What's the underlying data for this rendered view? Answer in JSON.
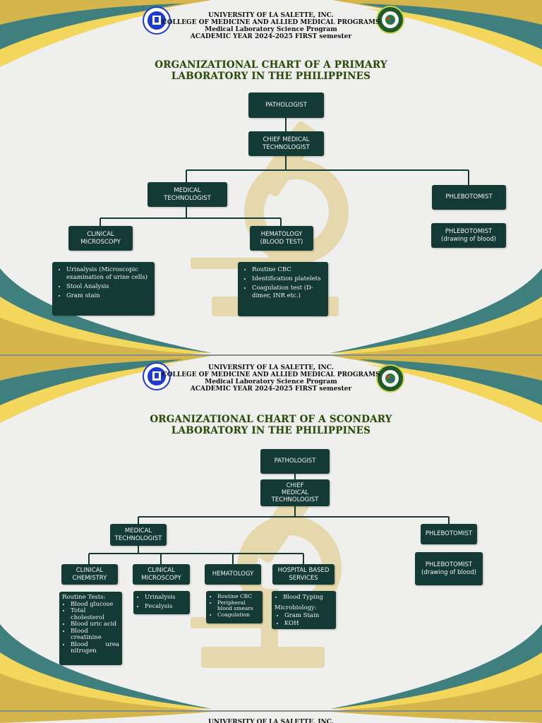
{
  "header": {
    "line1": "UNIVERSITY OF LA SALETTE, INC.",
    "line2": "COLLEGE OF MEDICINE AND ALLIED MEDICAL PROGRAMS",
    "line3": "Medical Laboratory Science Program",
    "line4": "ACADEMIC YEAR 2024-2025 FIRST semester"
  },
  "colors": {
    "box": "#143a35",
    "gold": "#d9b84a",
    "teal": "#3f7f7d",
    "yellow": "#f2d75c",
    "title": "#2b4a12"
  },
  "icons": {
    "left_logo": "university-seal-icon",
    "right_logo": "college-seal-icon",
    "background": "microscope-icon"
  },
  "primary": {
    "title_line1": "ORGANIZATIONAL CHART OF A PRIMARY",
    "title_line2": "LABORATORY IN THE PHILIPPINES",
    "pathologist": "PATHOLOGIST",
    "chief_l1": "CHIEF MEDICAL",
    "chief_l2": "TECHNOLOGIST",
    "medtech_l1": "MEDICAL",
    "medtech_l2": "TECHNOLOGIST",
    "phlebotomist": "PHLEBOTOMIST",
    "phleb_detail_l1": "PHLEBOTOMIST",
    "phleb_detail_l2": "(drawing of blood)",
    "micro_l1": "CLINICAL",
    "micro_l2": "MICROSCOPY",
    "hema_l1": "HEMATOLOGY",
    "hema_l2": "(BLOOD TEST)",
    "micro_items": [
      "Urinalysis (Microscopic examination of urine cells)",
      "Stool Analysis",
      "Gram stain"
    ],
    "hema_items": [
      "Routine CBC",
      "Identification platelets",
      "Coagulation test (D-dimer, INR etc.)"
    ]
  },
  "secondary": {
    "title_line1": "ORGANIZATIONAL CHART OF A SCONDARY",
    "title_line2": "LABORATORY IN THE PHILIPPINES",
    "pathologist": "PATHOLOGIST",
    "chief_l1": "CHIEF",
    "chief_l2": "MEDICAL",
    "chief_l3": "TECHNOLOGIST",
    "medtech_l1": "MEDICAL",
    "medtech_l2": "TECHNOLOGIST",
    "phlebotomist": "PHLEBOTOMIST",
    "phleb_detail_l1": "PHLEBOTOMIST",
    "phleb_detail_l2": "(drawing of blood)",
    "chem_l1": "CLINICAL",
    "chem_l2": "CHEMISTRY",
    "micro_l1": "CLINICAL",
    "micro_l2": "MICROSCOPY",
    "hema": "HEMATOLOGY",
    "hosp_l1": "HOSPITAL BASED",
    "hosp_l2": "SERVICES",
    "chem_heading": "Routine Tests:",
    "chem_items": [
      "Blood glucose",
      "Total cholesterol",
      "Blood uric acid",
      "Blood creatinine",
      "Blood urea nitrogen"
    ],
    "micro_items": [
      "Urinalysis",
      "Fecalysis"
    ],
    "hema_items": [
      "Routine CBC",
      "Peripheral blood smears",
      "Coagulation"
    ],
    "hosp_items": [
      "Blood Typing"
    ],
    "hosp_sub_heading": "Microbiology:",
    "hosp_sub_items": [
      "Gram Stain",
      "KOH"
    ]
  }
}
